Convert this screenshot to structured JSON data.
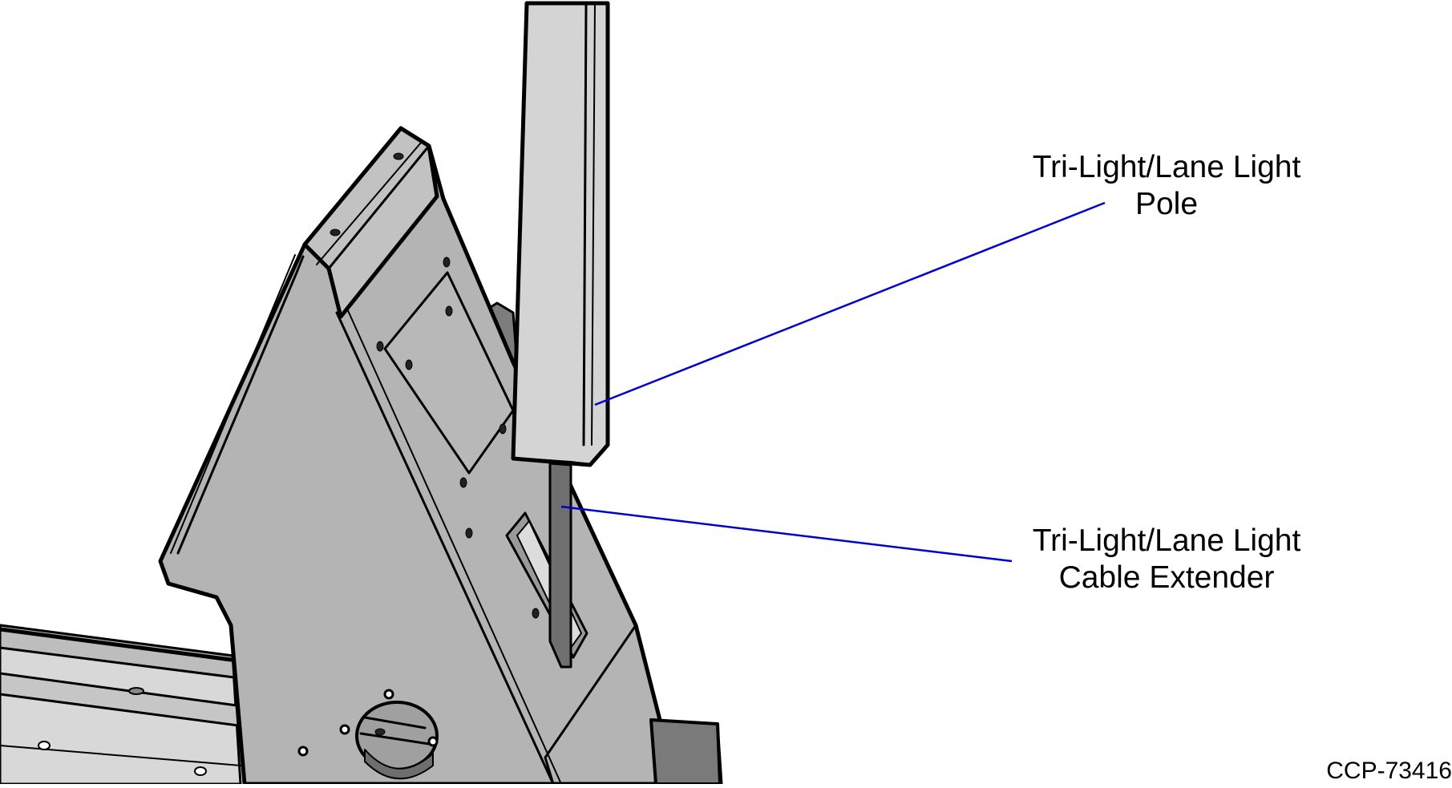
{
  "callouts": {
    "pole": {
      "line1": "Tri-Light/Lane Light",
      "line2": "Pole"
    },
    "cable_extender": {
      "line1": "Tri-Light/Lane Light",
      "line2": "Cable Extender"
    }
  },
  "figure_id": "CCP-73416",
  "colors": {
    "leader_line": "#0000cc",
    "sheet_metal": "#b3b3b3",
    "sheet_metal_dark": "#7a7a7a",
    "pole_face": "#d4d4d4",
    "outline": "#000000"
  }
}
